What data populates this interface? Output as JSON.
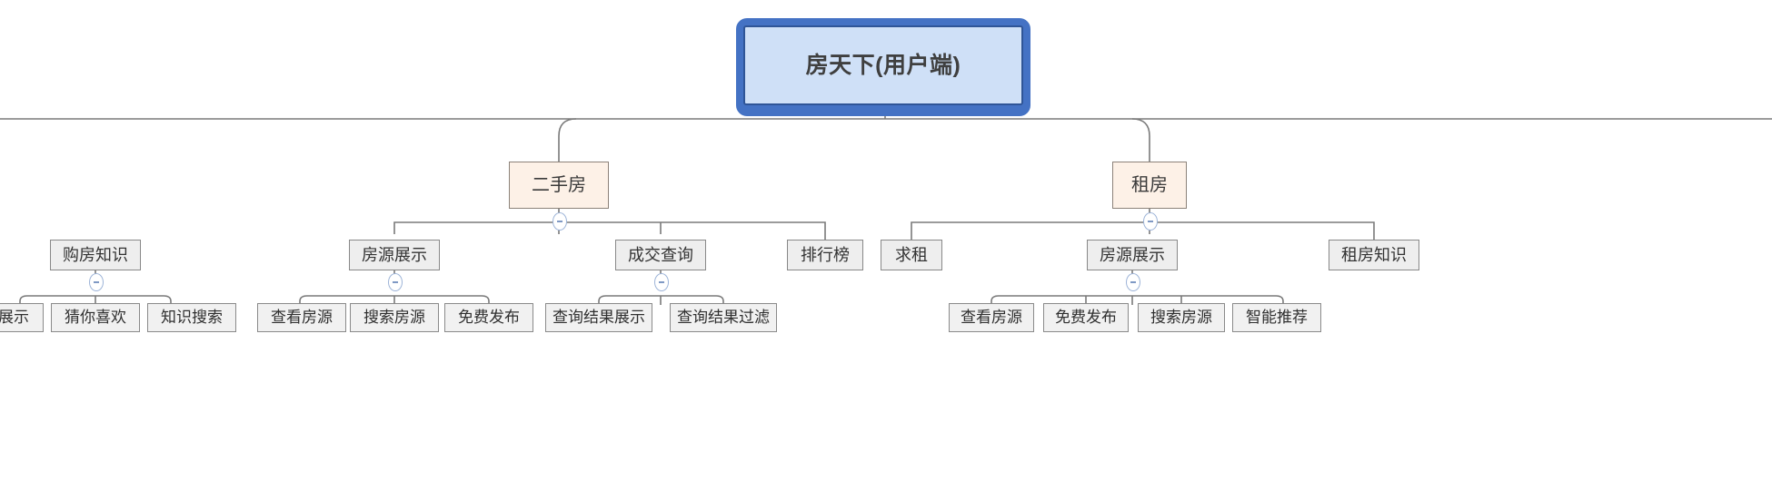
{
  "diagram": {
    "type": "mind-map",
    "orientation": "top-down",
    "colors": {
      "root_fill": "#cfe0f7",
      "root_border": "#4472c4",
      "level1_fill": "#fdf1e7",
      "level1_border": "#8c8279",
      "level2_fill": "#eeeeee",
      "level2_border": "#888888",
      "level3_fill": "#f1f1f1",
      "level3_border": "#8a8a8a",
      "connector": "#7a7a7a",
      "toggle_border": "#9db4d8"
    },
    "root": {
      "label": "房天下(用户端)"
    },
    "toggle_glyph": "−",
    "branches": [
      {
        "label": "二手房",
        "children": [
          {
            "label": "购房知识",
            "children": [
              {
                "label": "展示"
              },
              {
                "label": "猜你喜欢"
              },
              {
                "label": "知识搜索"
              }
            ]
          },
          {
            "label": "房源展示",
            "children": [
              {
                "label": "查看房源"
              },
              {
                "label": "搜索房源"
              },
              {
                "label": "免费发布"
              }
            ]
          },
          {
            "label": "成交查询",
            "children": [
              {
                "label": "查询结果展示"
              },
              {
                "label": "查询结果过滤"
              }
            ]
          },
          {
            "label": "排行榜",
            "children": []
          }
        ]
      },
      {
        "label": "租房",
        "children": [
          {
            "label": "求租",
            "children": []
          },
          {
            "label": "房源展示",
            "children": [
              {
                "label": "查看房源"
              },
              {
                "label": "免费发布"
              },
              {
                "label": "搜索房源"
              },
              {
                "label": "智能推荐"
              }
            ]
          },
          {
            "label": "租房知识",
            "children": []
          }
        ]
      }
    ]
  },
  "nodes": {
    "root": "房天下(用户端)",
    "b0": "二手房",
    "b1": "租房",
    "b0c0": "购房知识",
    "b0c1": "房源展示",
    "b0c2": "成交查询",
    "b0c3": "排行榜",
    "b1c0": "求租",
    "b1c1": "房源展示",
    "b1c2": "租房知识",
    "b0c0l0": "展示",
    "b0c0l1": "猜你喜欢",
    "b0c0l2": "知识搜索",
    "b0c1l0": "查看房源",
    "b0c1l1": "搜索房源",
    "b0c1l2": "免费发布",
    "b0c2l0": "查询结果展示",
    "b0c2l1": "查询结果过滤",
    "b1c1l0": "查看房源",
    "b1c1l1": "免费发布",
    "b1c1l2": "搜索房源",
    "b1c1l3": "智能推荐"
  }
}
